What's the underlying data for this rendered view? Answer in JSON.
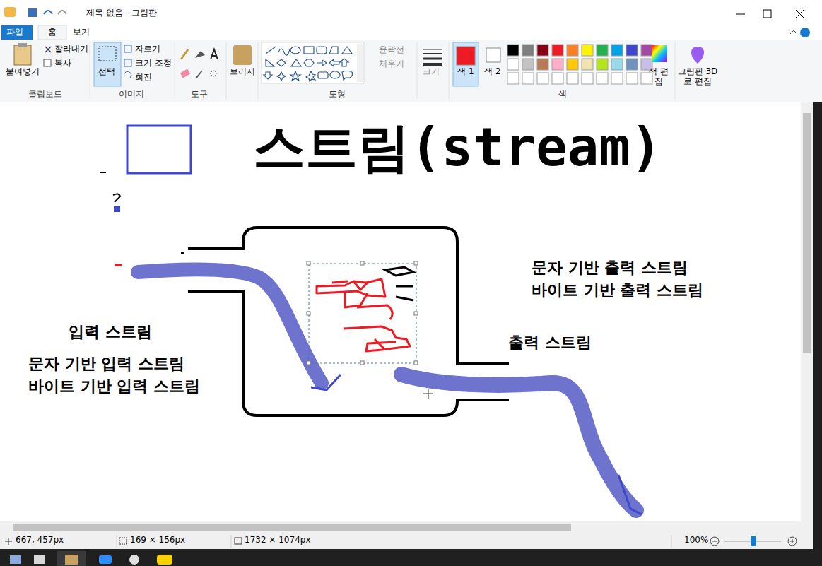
{
  "diagram": {
    "title": "스트림(stream)",
    "labels": [
      "제목 없음 - 그림판",
      "파일",
      "홈",
      "보기",
      "붙여넣기",
      "잘라내기",
      "복사",
      "클립보드",
      "선택",
      "자르기",
      "크기 조정",
      "회전",
      "이미지",
      "도구",
      "브러시",
      "윤곽선",
      "채우기",
      "도형",
      "크기",
      "색 1",
      "색 2",
      "색 편집",
      "그림판 3D로 편집",
      "색",
      "문자 기반 출력 스트림",
      "바이트 기반 출력 스트림",
      "입력 스트림",
      "출력 스트림",
      "문자 기반 입력 스트림",
      "바이트 기반 입력 스트림",
      "667, 457px",
      "169 × 156px",
      "1732 × 1074px",
      "100%"
    ]
  }
}
